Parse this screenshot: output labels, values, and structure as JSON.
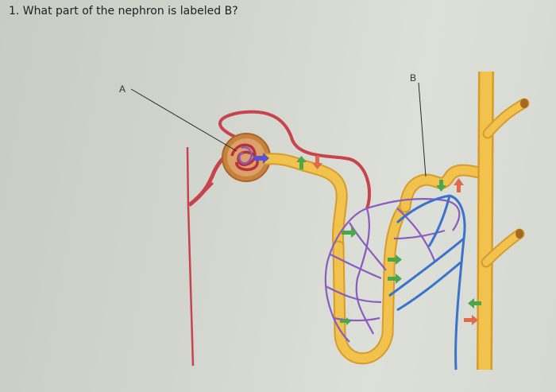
{
  "question": {
    "text": "1. What part of the nephron is labeled B?"
  },
  "diagram": {
    "labels": [
      {
        "id": "A",
        "text": "A"
      },
      {
        "id": "B",
        "text": "B"
      }
    ],
    "colors": {
      "tubule": "#f2c24f",
      "tubule_outline": "#d79c2a",
      "arteriole": "#c8444c",
      "capillary_purple": "#8a5cc0",
      "venule_blue": "#3a72cc",
      "arrow_green": "#4aa84a",
      "arrow_red": "#e06a4a",
      "arrow_blue": "#5a52d0",
      "glomerulus": "#c7833c"
    },
    "icons": [
      "green-arrow-icon",
      "red-arrow-icon",
      "blue-arrow-icon"
    ]
  }
}
